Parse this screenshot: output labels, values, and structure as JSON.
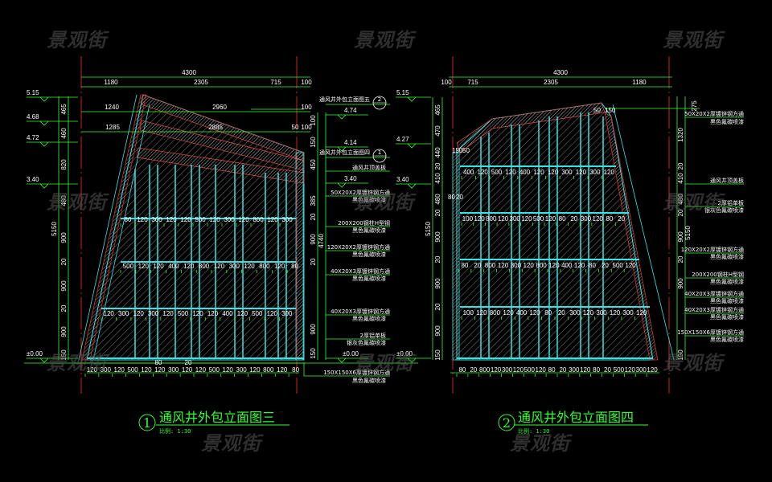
{
  "watermark": "景观街",
  "colors": {
    "background": "#000000",
    "dimension": "#33ff33",
    "frame": "#33e6e6",
    "axis": "#cc2222",
    "hatch": "#aaaaaa",
    "text": "#ffffff"
  },
  "drawing1": {
    "number": "1",
    "title": "通风井外包立面图三",
    "scale": "比例: 1:30",
    "top_dims": {
      "overall": "4300",
      "row2": [
        "1180",
        "2305",
        "715",
        "100"
      ],
      "row3": [
        "1240",
        "2960",
        "100"
      ],
      "row4": [
        "1285",
        "2885",
        "50",
        "100"
      ]
    },
    "left_elevations": [
      "5.15",
      "4.68",
      "4.72",
      "3.40",
      "±0.00"
    ],
    "left_vertical_dims": [
      "465",
      "460",
      "820",
      "480",
      "900",
      "20",
      "900",
      "20",
      "900",
      "150"
    ],
    "left_total": "5150",
    "right_elevations": [
      "4.74",
      "4.14",
      "3.40",
      "±0.00"
    ],
    "right_vertical_dims": [
      "100",
      "150",
      "450",
      "385",
      "20",
      "900",
      "20",
      "900",
      "150"
    ],
    "right_total": "4740",
    "callouts": [
      {
        "text": "通风井外包立面图五",
        "ref": "2"
      },
      {
        "text": "通风井外包立面图四",
        "ref": "1"
      },
      {
        "text": "通风井顶盖板"
      },
      {
        "text": "50X20X2厚镀锌钢方通"
      },
      {
        "text": "200X200钢柱H型钢"
      },
      {
        "text": "120X20X2厚镀锌钢方通"
      },
      {
        "text": "40X20X3厚镀锌钢方通"
      },
      {
        "text": "40X20X3厚镀锌钢方通"
      },
      {
        "text": "2厚铝单板"
      },
      {
        "text": "150X150X6厚镀锌钢方通"
      }
    ],
    "callout_sublabels": [
      "黑色氟碳喷漆",
      "黑色氟碳喷漆",
      "黑色氟碳喷漆",
      "黑色氟碳喷漆",
      "黑色氟碳喷漆",
      "银灰色氟碳喷漆",
      "黑色氟碳喷漆"
    ],
    "bottom_dims": [
      "120",
      "300",
      "120",
      "500",
      "120",
      "120",
      "300",
      "120",
      "120",
      "500",
      "120",
      "300",
      "120",
      "800",
      "120",
      "80"
    ],
    "bottom_top_dims": [
      "80",
      "20"
    ],
    "row_dims": [
      [
        "80",
        "120",
        "300",
        "120",
        "120",
        "500",
        "120",
        "300",
        "120",
        "800",
        "120",
        "300"
      ],
      [
        "500",
        "120",
        "120",
        "400",
        "120",
        "800",
        "120",
        "300",
        "120",
        "800",
        "120",
        "80"
      ],
      [
        "120",
        "300",
        "120",
        "300",
        "120",
        "500",
        "120",
        "120",
        "400",
        "120",
        "500",
        "120",
        "300"
      ]
    ]
  },
  "drawing2": {
    "number": "2",
    "title": "通风井外包立面图四",
    "scale": "比例: 1:30",
    "top_dims": {
      "overall": "4300",
      "row2": [
        "100",
        "715",
        "2305",
        "1180"
      ]
    },
    "left_elevations": [
      "5.15",
      "4.27",
      "3.40",
      "±0.00"
    ],
    "left_vertical_dims": [
      "465",
      "470",
      "440",
      "20",
      "410",
      "480",
      "20",
      "900",
      "20",
      "900",
      "20",
      "900",
      "150"
    ],
    "left_total": "5150",
    "right_vertical_dims": [
      "275",
      "1320",
      "20",
      "410",
      "480",
      "20",
      "900",
      "20",
      "900",
      "150"
    ],
    "right_total": "5150",
    "callouts": [
      {
        "text": "50X20X2厚镀锌钢方通"
      },
      {
        "text": "通风井顶盖板"
      },
      {
        "text": "2厚铝单板"
      },
      {
        "text": "120X20X2厚镀锌钢方通"
      },
      {
        "text": "200X200钢柱H型钢"
      },
      {
        "text": "40X20X3厚镀锌钢方通"
      },
      {
        "text": "40X20X3厚镀锌钢方通"
      },
      {
        "text": "150X150X6厚镀锌钢方通"
      }
    ],
    "callout_sublabels": [
      "黑色氟碳喷漆",
      "银灰色氟碳喷漆",
      "黑色氟碳喷漆",
      "黑色氟碳喷漆",
      "黑色氟碳喷漆",
      "黑色氟碳喷漆",
      "黑色氟碳喷漆"
    ],
    "bottom_dims": [
      "80",
      "20",
      "800",
      "120",
      "300",
      "120",
      "500",
      "120",
      "80",
      "20",
      "300",
      "120",
      "80",
      "20",
      "500",
      "120",
      "300",
      "120"
    ],
    "row_dims": [
      [
        "400",
        "120",
        "500",
        "120",
        "400",
        "120",
        "120",
        "300",
        "120",
        "300",
        "120"
      ],
      [
        "100",
        "120",
        "800",
        "120",
        "300",
        "120",
        "500",
        "120",
        "80",
        "20",
        "300",
        "120",
        "80",
        "20"
      ],
      [
        "80",
        "20",
        "800",
        "120",
        "300",
        "120",
        "800",
        "120",
        "400",
        "120",
        "80",
        "20",
        "500",
        "120"
      ],
      [
        "100",
        "120",
        "800",
        "120",
        "400",
        "120",
        "80",
        "20",
        "300",
        "120",
        "300",
        "120",
        "300",
        "120"
      ]
    ],
    "misc_dims": [
      "150",
      "50",
      "50",
      "150",
      "80",
      "20"
    ]
  }
}
